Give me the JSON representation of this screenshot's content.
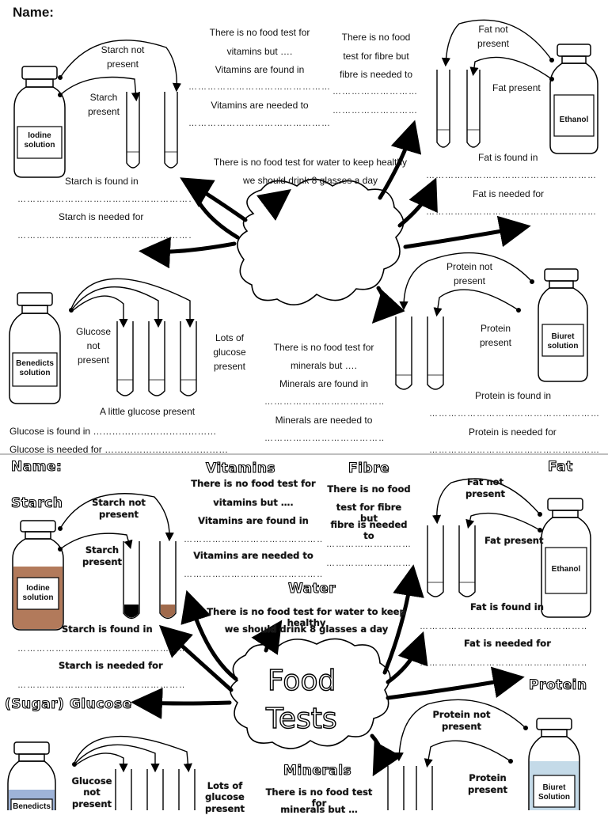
{
  "colors": {
    "iodine_solution": "#b27a5b",
    "benedicts_solution": "#9eb3d8",
    "biuret_solution": "#c4dae8",
    "starch_black": "#000000",
    "starch_brown": "#a06a4c"
  },
  "top": {
    "name_label": "Name:",
    "starch": {
      "not_present": "Starch not present",
      "present": "Starch present",
      "found_in": "Starch is found in",
      "needed_for": "Starch is needed for",
      "bottle_label": "Iodine solution"
    },
    "vitamins": {
      "line1": "There is no food test for",
      "line2": "vitamins but ….",
      "line3": "Vitamins are found in",
      "needed": "Vitamins are needed to"
    },
    "fibre": {
      "line1": "There is no food",
      "line2": "test for fibre but",
      "line3": "fibre is  needed to"
    },
    "fat": {
      "not_present": "Fat not present",
      "present": "Fat present",
      "found_in": "Fat is found in",
      "needed_for": "Fat is needed for",
      "bottle_label": "Ethanol"
    },
    "water": {
      "line1": "There is no food test for water to keep healthy",
      "line2": "we should drink 8 glasses a day"
    },
    "glucose": {
      "not_present": "Glucose not present",
      "lots": "Lots of glucose present",
      "little": "A little glucose present",
      "found_in": "Glucose is found in …………………………………",
      "needed_for": "Glucose is needed for …………………………………",
      "bottle_label": "Benedicts solution"
    },
    "minerals": {
      "line1": "There is no food test for",
      "line2": "minerals but ….",
      "line3": "Minerals are found in",
      "needed": "Minerals are needed to"
    },
    "protein": {
      "not_present": "Protein not present",
      "present": "Protein present",
      "found_in": "Protein is found in",
      "needed_for": "Protein is needed for",
      "bottle_label": "Biuret solution"
    }
  },
  "bottom": {
    "name_label": "Name:",
    "headings": {
      "starch": "Starch",
      "vitamins": "Vitamins",
      "fibre": "Fibre",
      "fat": "Fat",
      "water": "Water",
      "protein": "Protein",
      "glucose": "(Sugar) Glucose",
      "minerals": "Minerals",
      "food": "Food",
      "tests": "Tests"
    },
    "starch": {
      "not_present": "Starch not present",
      "present": "Starch present",
      "found_in": "Starch is found  in",
      "needed_for": "Starch is needed  for",
      "bottle_label": "Iodine solution"
    },
    "vitamins": {
      "line1": "There is no food test for",
      "line2": "vitamins  but  ….",
      "line3": "Vitamins  are found  in",
      "needed": "Vitamins  are needed  to"
    },
    "fibre": {
      "line1": "There is no food",
      "line2": "test for fibre but",
      "line3": "fibre is needed  to"
    },
    "fat": {
      "not_present": "Fat not present",
      "present": "Fat present",
      "found_in": "Fat is found in",
      "needed_for": "Fat is needed  for",
      "bottle_label": "Ethanol"
    },
    "water": {
      "line1": "There is no food  test  for water to keep  healthy",
      "line2": "we should drink  8 glasses a day"
    },
    "glucose": {
      "not_present": "Glucose not present",
      "lots": "Lots of glucose present",
      "bottle_label": "Benedicts"
    },
    "minerals": {
      "line1": "There is no food  test for",
      "line2": "minerals but …"
    },
    "protein": {
      "not_present": "Protein not present",
      "present": "Protein present",
      "bottle_label": "Biuret Solution"
    }
  },
  "dotline": "………………………………………………………………………………"
}
